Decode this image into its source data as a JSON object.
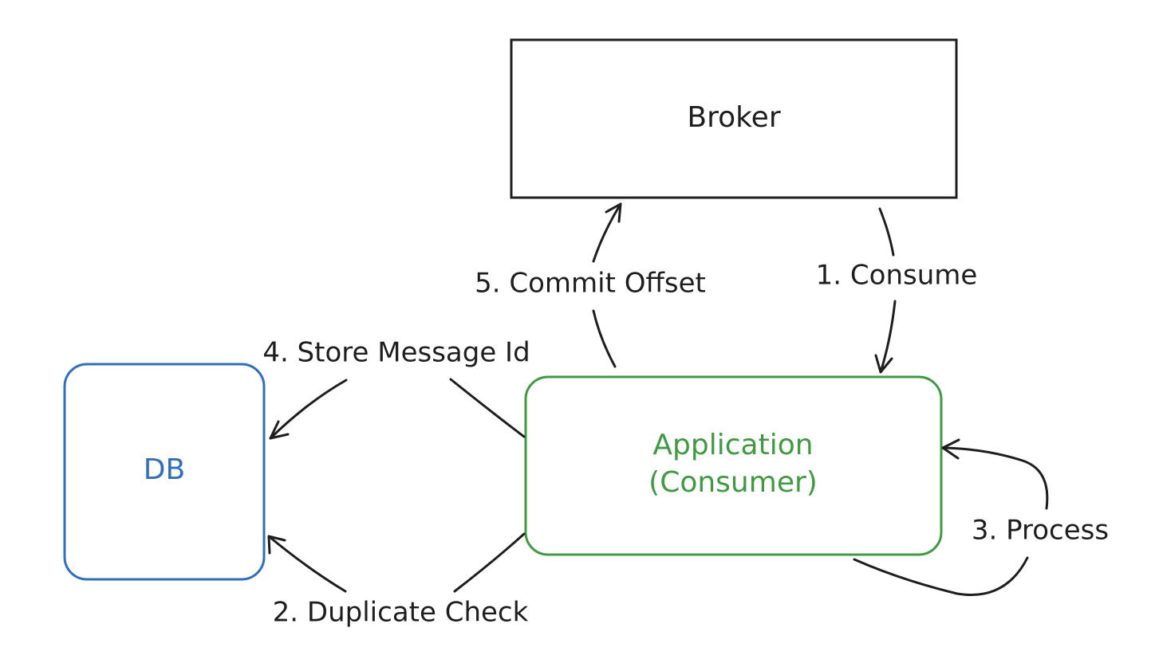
{
  "colors": {
    "ink": "#1e1e1e",
    "db": "#2f6fbd",
    "app": "#3f9a42",
    "background": "#ffffff"
  },
  "nodes": {
    "broker": {
      "label": "Broker"
    },
    "db": {
      "label": "DB"
    },
    "application": {
      "line1": "Application",
      "line2": "(Consumer)"
    }
  },
  "edges": {
    "consume": {
      "label": "1. Consume",
      "from": "Broker",
      "to": "Application"
    },
    "duplicate_check": {
      "label": "2. Duplicate Check",
      "from": "Application",
      "to": "DB"
    },
    "process": {
      "label": "3. Process",
      "from": "Application",
      "to": "Application"
    },
    "store_message_id": {
      "label": "4. Store Message Id",
      "from": "Application",
      "to": "DB"
    },
    "commit_offset": {
      "label": "5. Commit Offset",
      "from": "Application",
      "to": "Broker"
    }
  }
}
